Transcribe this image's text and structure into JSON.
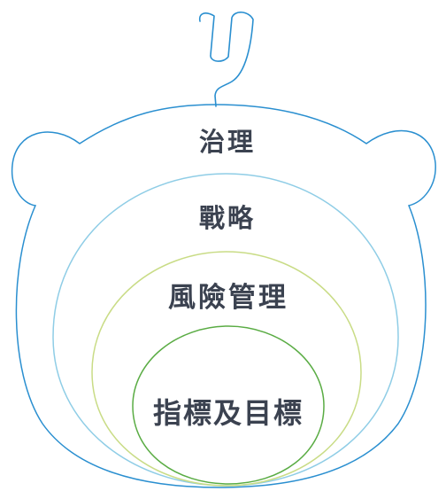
{
  "diagram": {
    "layers": [
      {
        "id": "governance",
        "label": "治理",
        "color": "#2a8fd0"
      },
      {
        "id": "strategy",
        "label": "戰略",
        "color": "#8fcde6"
      },
      {
        "id": "risk",
        "label": "風險管理",
        "color": "#c9dc86"
      },
      {
        "id": "metrics",
        "label": "指標及目標",
        "color": "#5aac44"
      }
    ],
    "text_color": "#3b4250"
  }
}
